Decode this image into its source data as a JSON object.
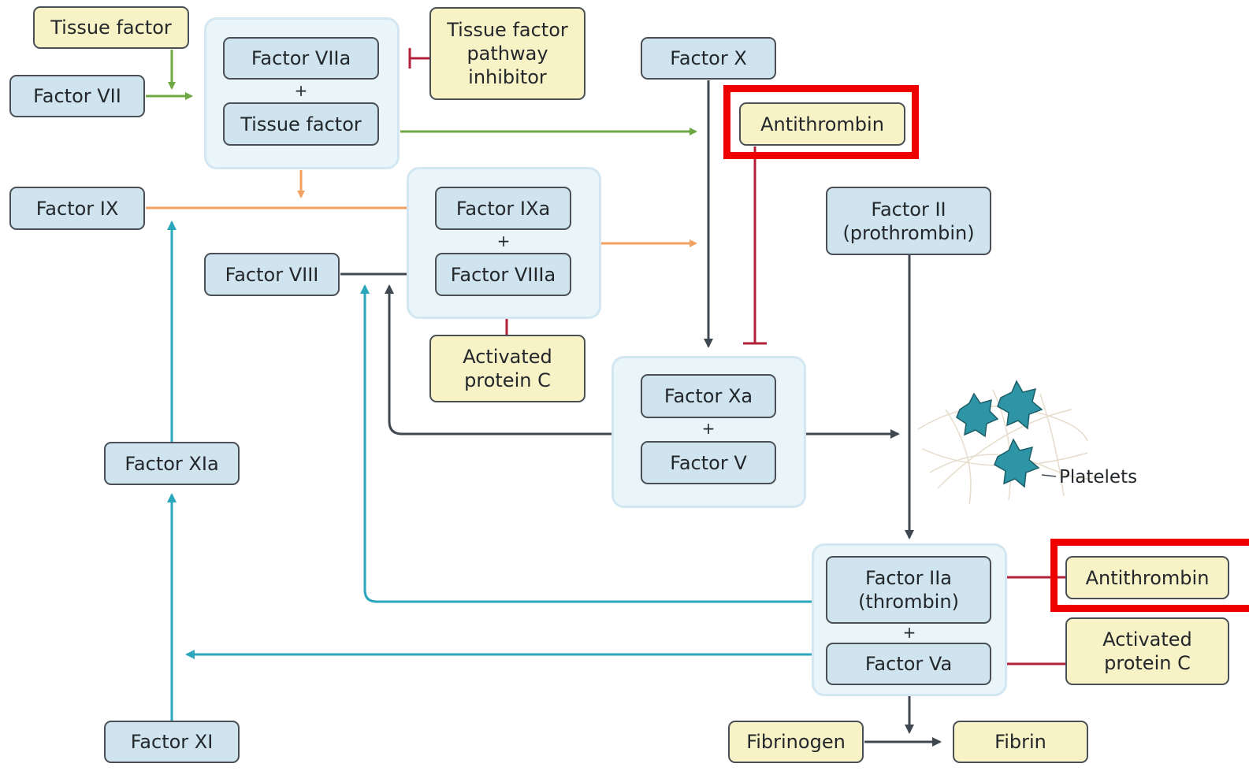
{
  "colors": {
    "green": "#6fa843",
    "orange": "#f2a263",
    "dark": "#3f4850",
    "teal": "#2aa6bd",
    "inhibit": "#b3203a",
    "highlight": "#ee0000"
  },
  "nodes": {
    "tissue_factor_top": "Tissue factor",
    "factor_vii": "Factor VII",
    "factor_viia": "Factor VIIa",
    "tissue_factor_complex": "Tissue factor",
    "tfpi": "Tissue factor\npathway\ninhibitor",
    "factor_x": "Factor X",
    "antithrombin_1": "Antithrombin",
    "factor_ix": "Factor IX",
    "factor_ixa": "Factor IXa",
    "factor_viii": "Factor VIII",
    "factor_viiia": "Factor VIIIa",
    "activated_protein_c_1": "Activated\nprotein C",
    "factor_ii": "Factor II\n(prothrombin)",
    "factor_xa": "Factor Xa",
    "factor_v": "Factor V",
    "platelets": "Platelets",
    "factor_xia": "Factor XIa",
    "factor_iia": "Factor IIa\n(thrombin)",
    "factor_va": "Factor Va",
    "antithrombin_2": "Antithrombin",
    "activated_protein_c_2": "Activated\nprotein C",
    "factor_xi": "Factor XI",
    "fibrinogen": "Fibrinogen",
    "fibrin": "Fibrin"
  },
  "plus": "+"
}
